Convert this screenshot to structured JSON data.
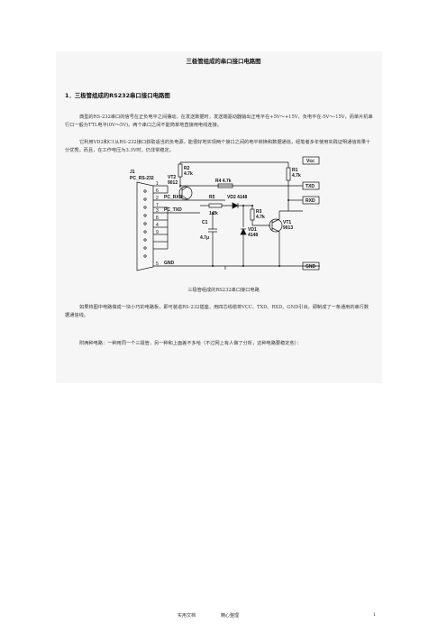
{
  "doc": {
    "title": "三极管组成的串口接口电路图",
    "section_heading": "1．三极管组成的RS232串口接口电路图",
    "paragraphs": [
      "典型的RS-232串口的信号在正负电平之间摆动，在发送数据时，发送端驱动器输出正电平在+5V～+15V，负电平在-5V～-15V，而单片机串行口一般为TTL电平(0V～5V)。两个串口之间不能简单地直接用电线连接。",
      "它利用VD2和C1从RS-232接口获取适当的负电源，能很好地实现两个接口之间的电平转换和数据通信，经笔者多年使用实践证明通信效果十分优秀。而且，在工作电压为3.3V时，仍非常稳定。",
      "如果将图中电路做成一块小巧的电路板，即可装进RS-232插座，用四芯线缆将VCC、TXD、RXD、GND引出，即制成了一条通用的串行数据通信线。",
      "附两种电路：一种用同一个三极管，另一种和上面差不多哈（不过网上有人做了分析，这种电路要稳定些）："
    ],
    "figure_caption": "三极管组成的RS232串口接口电路"
  },
  "circuit": {
    "connector": "J1",
    "connector_type": "PC_RS-232",
    "pins": [
      "1",
      "6",
      "2",
      "7",
      "3",
      "8",
      "4",
      "9",
      "5"
    ],
    "nets": {
      "rxd": "PC_RXD",
      "txd": "PC_TXD",
      "gnd": "GND"
    },
    "ports": {
      "vcc": "Vcc",
      "txd": "TXD",
      "rxd": "RXD",
      "gnd": "GND"
    },
    "parts": {
      "vt2": "VT2",
      "vt2_val": "9012",
      "r2": "R2",
      "r2_val": "4.7k",
      "r4": "R4 4.7k",
      "r1": "R1",
      "r1_val": "4.7k",
      "r5": "R5",
      "r5_val": "1.2k",
      "vd2": "VD2 4148",
      "r3": "R3",
      "r3_val": "4.7k",
      "c1": "C1",
      "c1_val": "4.7μ",
      "vd1": "VD1",
      "vd1_val": "4148",
      "vt1": "VT1",
      "vt1_val": "9013"
    }
  },
  "footer": {
    "left": "实用文档",
    "middle": "精心整理",
    "page": "1"
  }
}
